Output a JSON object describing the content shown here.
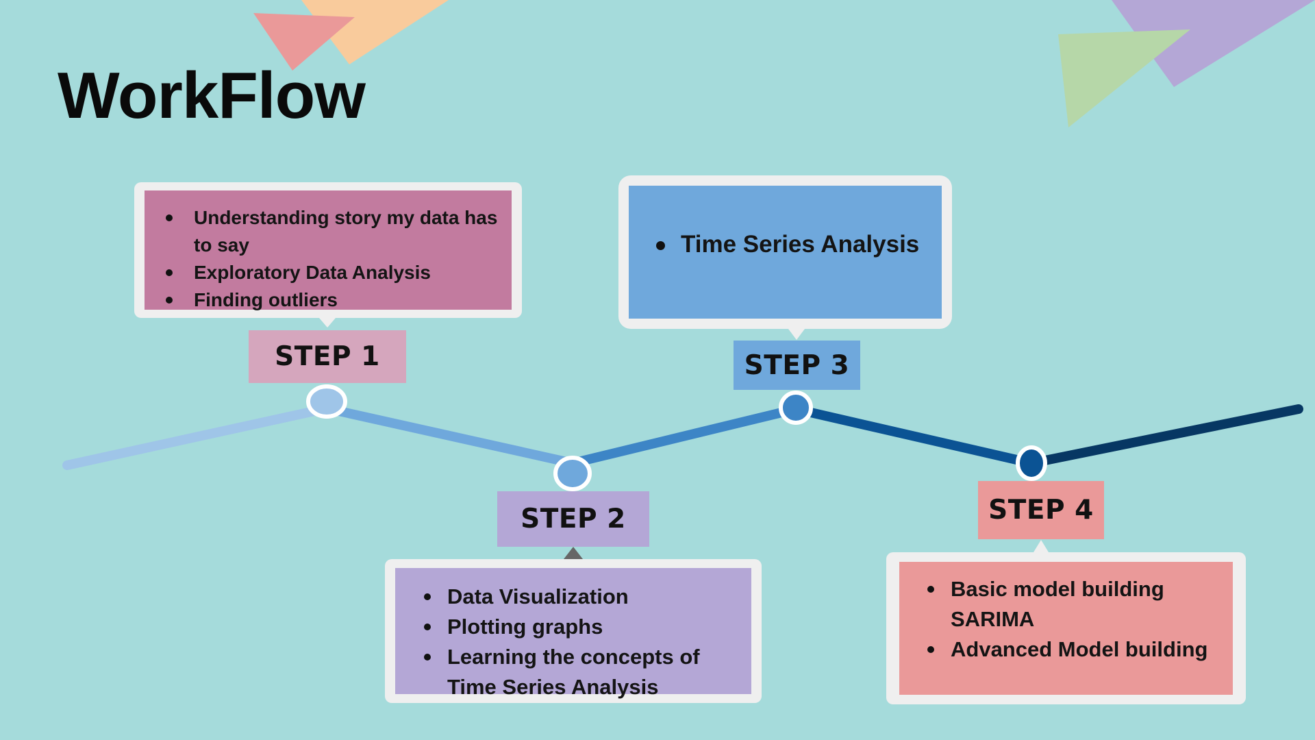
{
  "title": "WorkFlow",
  "colors": {
    "background": "#a5dbdb",
    "step1": "#d5a6bd",
    "step1_card": "#c27b9f",
    "step2": "#b4a7d6",
    "step3": "#6fa8dc",
    "step4": "#ea9999",
    "timeline": [
      "#9fc5e8",
      "#6fa8dc",
      "#3d85c6",
      "#0b5394",
      "#073763"
    ]
  },
  "steps": [
    {
      "label": "STEP 1",
      "items": [
        "Understanding story my data has to say",
        "Exploratory Data Analysis",
        "Finding outliers"
      ]
    },
    {
      "label": "STEP 2",
      "items": [
        "Data Visualization",
        "Plotting graphs",
        "Learning the concepts of Time Series Analysis"
      ]
    },
    {
      "label": "STEP 3",
      "items": [
        "Time Series Analysis"
      ]
    },
    {
      "label": "STEP 4",
      "items": [
        "Basic model building SARIMA",
        "Advanced Model building"
      ]
    }
  ]
}
